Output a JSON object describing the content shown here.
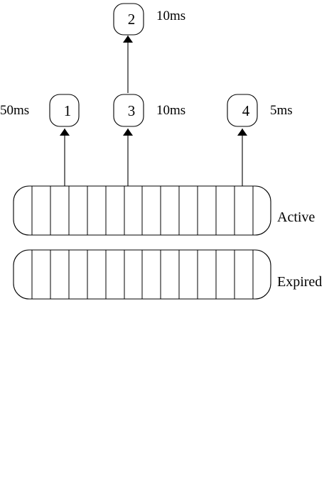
{
  "nodes": [
    {
      "id": "1",
      "label": "1",
      "time": "50ms"
    },
    {
      "id": "2",
      "label": "2",
      "time": "10ms"
    },
    {
      "id": "3",
      "label": "3",
      "time": "10ms"
    },
    {
      "id": "4",
      "label": "4",
      "time": "5ms"
    }
  ],
  "arrays": [
    {
      "id": "active",
      "label": "Active",
      "slots": 14
    },
    {
      "id": "expired",
      "label": "Expired",
      "slots": 14
    }
  ],
  "edges": [
    {
      "from": "active-slot-3",
      "to": "1"
    },
    {
      "from": "active-slot-6",
      "to": "3"
    },
    {
      "from": "3",
      "to": "2"
    },
    {
      "from": "active-slot-13",
      "to": "4"
    }
  ]
}
